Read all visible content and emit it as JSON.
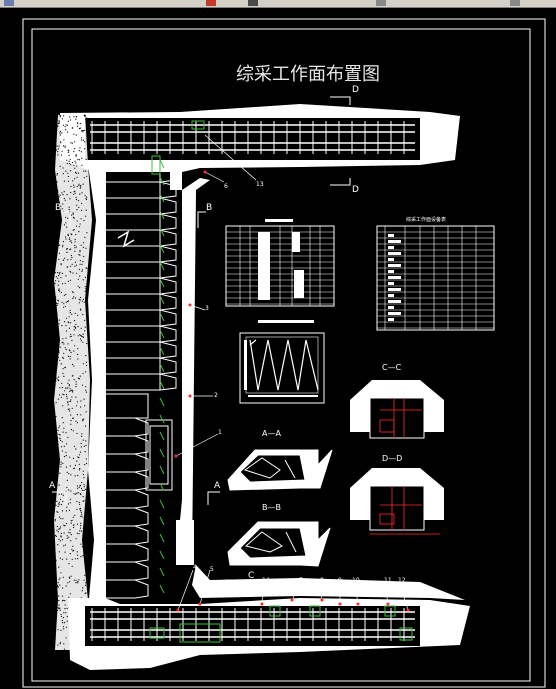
{
  "toolbar": {
    "icons": [
      "layer-icon",
      "pencil-icon",
      "brush-icon"
    ]
  },
  "drawing": {
    "title": "综采工作面布置图",
    "section_labels": {
      "D_top": "D",
      "D_mid": "D",
      "B_left": "B",
      "B_right": "B",
      "A_left": "A",
      "A_right": "A",
      "C_bottom": "C",
      "AA": "A—A",
      "BB": "B—B",
      "CC": "C—C",
      "DD": "D—D"
    },
    "numbers": [
      "13",
      "5",
      "3",
      "2",
      "1",
      "4",
      "5",
      "14",
      "7",
      "8",
      "9",
      "10",
      "11",
      "12",
      "6"
    ],
    "table2_title": "综采工作面设备表"
  },
  "colors": {
    "background": "#000000",
    "lines": "#ffffff",
    "green": "#3cbf3c",
    "red": "#ff2a2a"
  }
}
